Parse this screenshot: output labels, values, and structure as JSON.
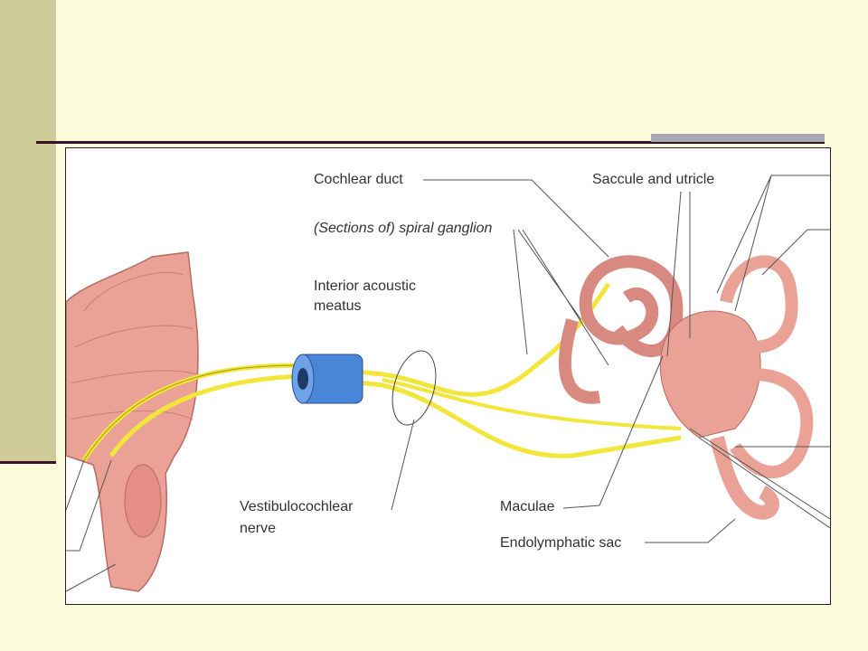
{
  "figure": {
    "labels": {
      "cochlear_duct": "Cochlear duct",
      "spiral_ganglion": "(Sections of) spiral ganglion",
      "acoustic_meatus_1": "Interior acoustic",
      "acoustic_meatus_2": "meatus",
      "saccule_utricle": "Saccule and utricle",
      "vestibulocochlear_1": "Vestibulocochlear",
      "vestibulocochlear_2": "nerve",
      "maculae": "Maculae",
      "endolymphatic_sac": "Endolymphatic sac"
    }
  },
  "colors": {
    "background": "#fbfbdc",
    "strip": "#cfcb98",
    "rule": "#3a0f2c",
    "nerve": "#f2e63a",
    "tissue": "#eaa196",
    "meatus": "#4a86d8"
  }
}
